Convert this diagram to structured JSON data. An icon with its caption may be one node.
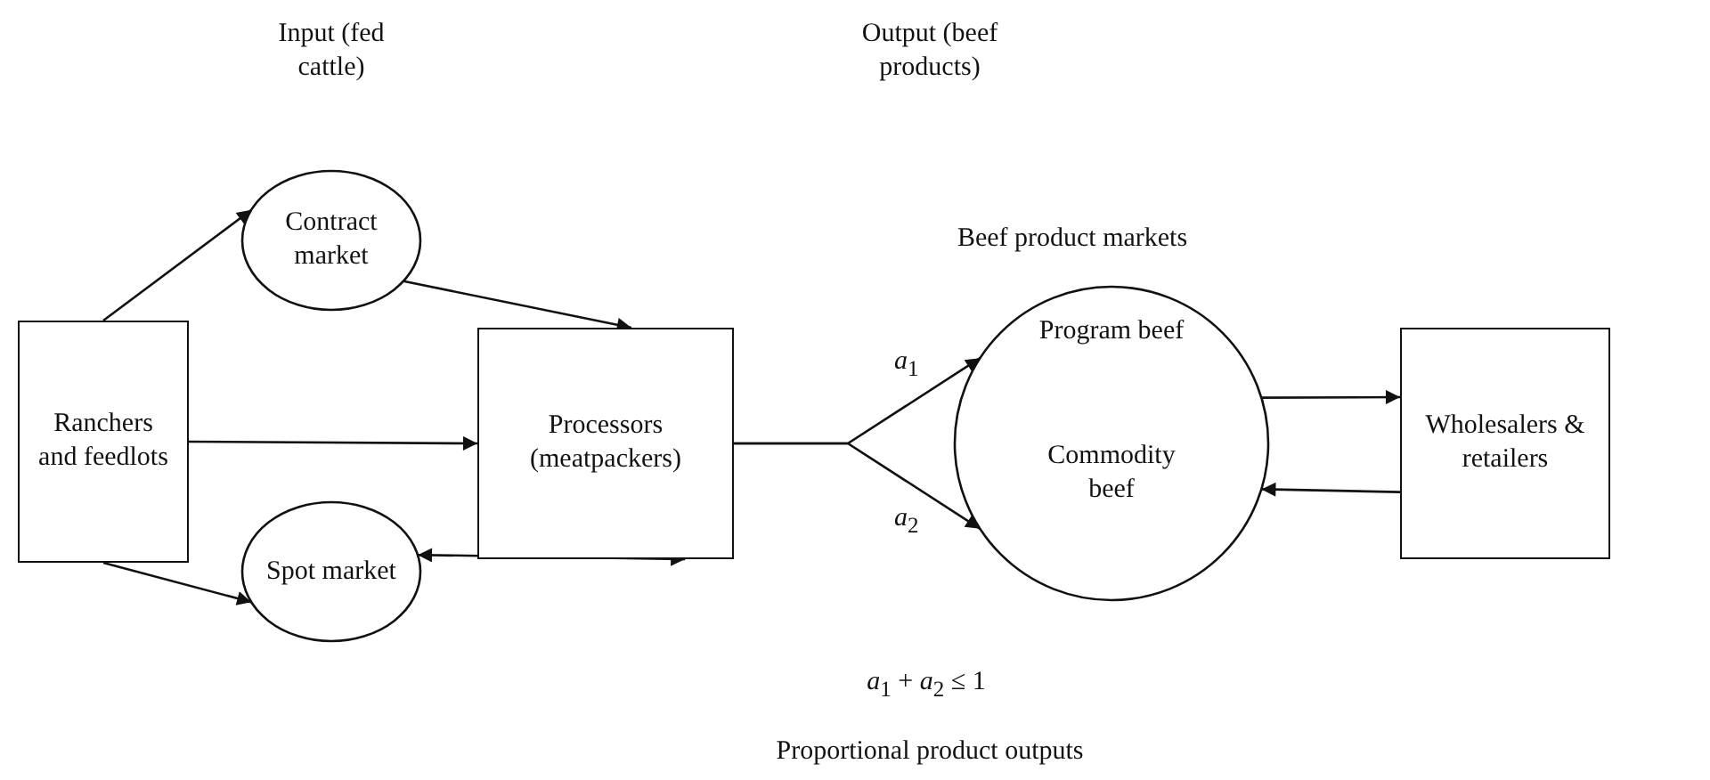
{
  "diagram": {
    "nodes": [
      {
        "text": [
          "Ranchers and feedlots"
        ]
      },
      {
        "text": [
          "Contract market"
        ]
      },
      {
        "text": [
          "Spot market"
        ]
      },
      {
        "text": [
          "Processors (meatpackers)"
        ]
      },
      {
        "text": [
          "Beef product markets",
          "Program beef",
          "Commodity beef"
        ]
      },
      {
        "text": [
          "Wholesalers & retailers"
        ]
      }
    ],
    "edges": [
      {
        "from": 0,
        "to": 1,
        "arrow": "to"
      },
      {
        "from": 1,
        "to": 3,
        "arrow": "to"
      },
      {
        "from": 0,
        "to": 3,
        "arrow": "to"
      },
      {
        "from": 0,
        "to": 2,
        "arrow": "to"
      },
      {
        "from": 2,
        "to": 3,
        "arrow": "both"
      },
      {
        "from": 3,
        "to": 4,
        "arrow": "to",
        "label": "*a*$_{1}$"
      },
      {
        "from": 3,
        "to": 4,
        "arrow": "to",
        "label": "*a*$_{2}$"
      },
      {
        "from": 4,
        "to": 5,
        "arrow": "to"
      },
      {
        "from": 5,
        "to": 4,
        "arrow": "to"
      }
    ],
    "labels": [
      "Input (fed cattle)",
      "Output (beef products)",
      "*a*$_{1}$ + *a*$_{2}$ ≤ 1",
      "Proportional product outputs"
    ]
  }
}
